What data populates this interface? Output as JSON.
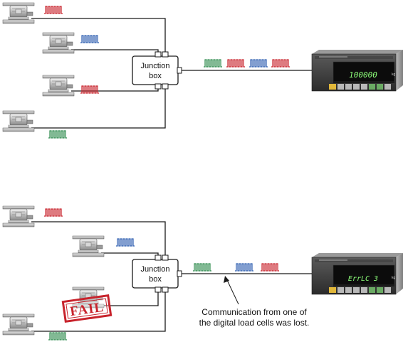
{
  "colors": {
    "red": "#c8232c",
    "blue": "#2f5fb0",
    "green": "#2e8b4e",
    "wire": "#1a1a1a"
  },
  "top": {
    "junction_box": {
      "line1": "Junction",
      "line2": "box"
    },
    "display_value": "100000",
    "unit": "kg",
    "pulses_to_indicator": [
      "green",
      "red",
      "blue",
      "red"
    ],
    "cells": [
      {
        "pulse": "red"
      },
      {
        "pulse": "blue"
      },
      {
        "pulse": "red"
      },
      {
        "pulse": "green"
      }
    ]
  },
  "bottom": {
    "junction_box": {
      "line1": "Junction",
      "line2": "box"
    },
    "display_value": "ErrLC 3",
    "unit": "kg",
    "pulses_to_indicator": [
      "green",
      "blue",
      "red"
    ],
    "cells": [
      {
        "pulse": "red"
      },
      {
        "pulse": "blue"
      },
      {
        "pulse": null,
        "stamp": "FAIL"
      },
      {
        "pulse": "green"
      }
    ],
    "caption_line1": "Communication  from one of",
    "caption_line2": "the digital load cells was lost."
  }
}
